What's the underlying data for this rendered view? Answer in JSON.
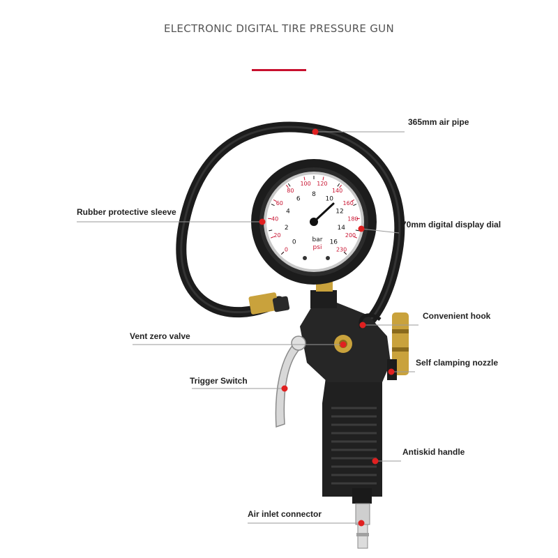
{
  "header": {
    "title": "ELECTRONIC DIGITAL TIRE PRESSURE GUN"
  },
  "colors": {
    "accent": "#c8102e",
    "callout_dot": "#e02020",
    "leader_line": "#9a9a9a",
    "hose": "#1c1c1c",
    "gun_body": "#202020",
    "brass": "#c9a23c"
  },
  "gauge": {
    "unit_bar": "bar",
    "unit_psi": "psi",
    "bar_ticks": [
      "0",
      "2",
      "4",
      "6",
      "8",
      "10",
      "12",
      "14",
      "16"
    ],
    "psi_ticks": [
      "0",
      "20",
      "40",
      "60",
      "80",
      "100",
      "120",
      "140",
      "160",
      "180",
      "200",
      "230"
    ]
  },
  "callouts": {
    "air_pipe": "365mm air pipe",
    "rubber_sleeve": "Rubber protective sleeve",
    "display_dial": "70mm digital display dial",
    "hook": "Convenient hook",
    "vent_valve": "Vent zero valve",
    "nozzle": "Self clamping nozzle",
    "trigger": "Trigger Switch",
    "handle": "Antiskid handle",
    "inlet": "Air inlet connector"
  }
}
